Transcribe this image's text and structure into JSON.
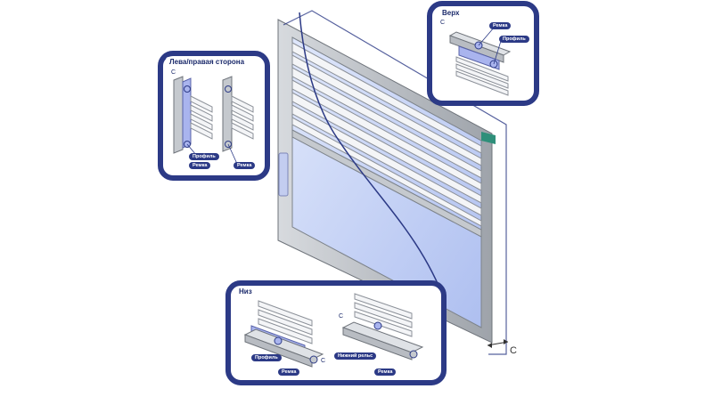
{
  "panels": {
    "top": {
      "title": "Верх",
      "profile": "Профиль",
      "chain": "Ремка",
      "c": "C"
    },
    "side": {
      "title": "Лева/правая сторона",
      "profile": "Профиль",
      "chain_left": "Ремка",
      "chain_right": "Ремка",
      "c": "C"
    },
    "bottom": {
      "title": "Низ",
      "profile": "Профиль",
      "chain_left": "Ремка",
      "rail": "Нижний рельс",
      "chain_right": "Ремка",
      "c_left": "C",
      "c_right": "C"
    }
  },
  "main": {
    "c": "C"
  },
  "colors": {
    "frame_border": "#2c3a86",
    "glass": "#c8d6f5",
    "profile_fill": "#a9b4ee",
    "metal": "#b9bec4"
  }
}
